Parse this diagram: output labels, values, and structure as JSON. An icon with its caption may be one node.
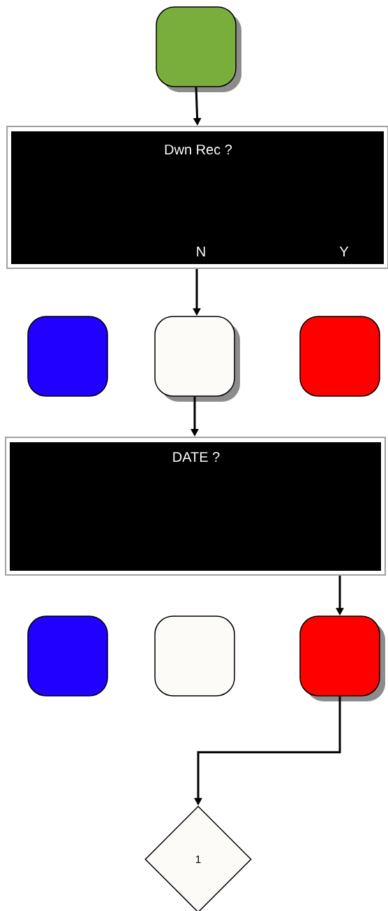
{
  "diagram": {
    "nodes": [
      {
        "text": [],
        "shape": "box"
      },
      {
        "text": [
          "Dwn Rec ?",
          "N",
          "Y"
        ]
      },
      {
        "text": [],
        "shape": "box"
      },
      {
        "text": [],
        "shape": "box"
      },
      {
        "text": [],
        "shape": "box"
      },
      {
        "text": [
          "DATE ?"
        ]
      },
      {
        "text": [],
        "shape": "box"
      },
      {
        "text": [],
        "shape": "box"
      },
      {
        "text": [],
        "shape": "box"
      },
      {
        "text": [
          "1"
        ]
      }
    ],
    "edges": [
      {
        "from": 0,
        "to": 1,
        "arrow": "to"
      },
      {
        "from": 1,
        "to": 3,
        "arrow": "to"
      },
      {
        "from": 3,
        "to": 5,
        "arrow": "to"
      },
      {
        "from": 5,
        "to": 8,
        "arrow": "to"
      },
      {
        "from": 8,
        "to": 9,
        "arrow": "to"
      }
    ]
  }
}
